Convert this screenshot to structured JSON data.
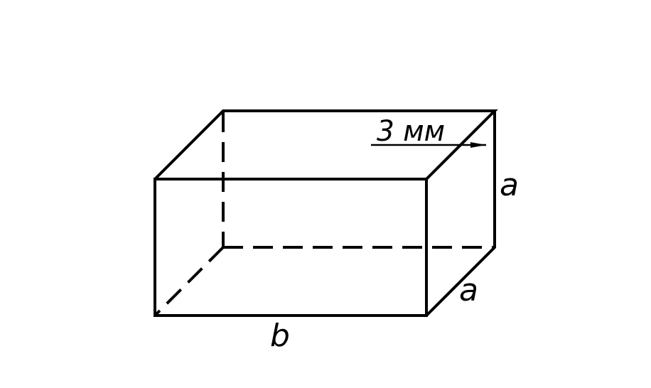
{
  "labels": {
    "height": "a",
    "depth": "a",
    "length": "b",
    "thickness_note": "3 мм"
  },
  "colors": {
    "stroke": "#000000",
    "background": "#ffffff"
  }
}
